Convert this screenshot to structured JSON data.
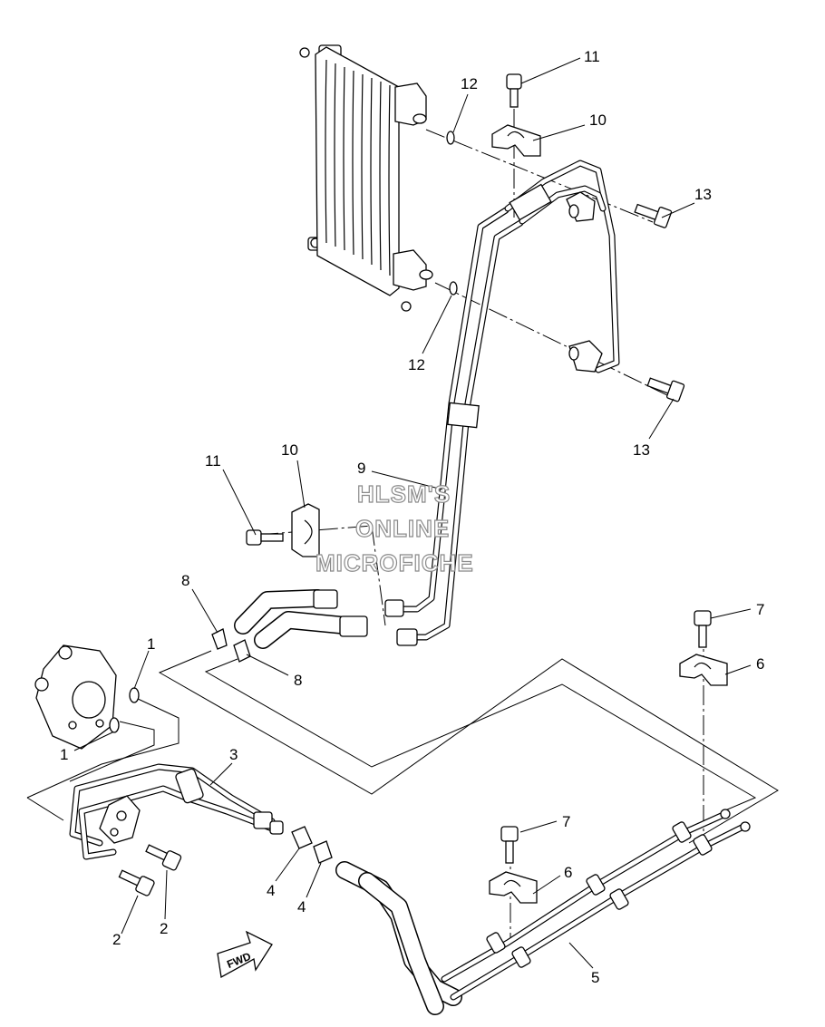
{
  "callouts": [
    {
      "id": "c1a",
      "label": "1"
    },
    {
      "id": "c1b",
      "label": "1"
    },
    {
      "id": "c2a",
      "label": "2"
    },
    {
      "id": "c2b",
      "label": "2"
    },
    {
      "id": "c3",
      "label": "3"
    },
    {
      "id": "c4a",
      "label": "4"
    },
    {
      "id": "c4b",
      "label": "4"
    },
    {
      "id": "c5",
      "label": "5"
    },
    {
      "id": "c6a",
      "label": "6"
    },
    {
      "id": "c6b",
      "label": "6"
    },
    {
      "id": "c7a",
      "label": "7"
    },
    {
      "id": "c7b",
      "label": "7"
    },
    {
      "id": "c8a",
      "label": "8"
    },
    {
      "id": "c8b",
      "label": "8"
    },
    {
      "id": "c9",
      "label": "9"
    },
    {
      "id": "c10a",
      "label": "10"
    },
    {
      "id": "c10b",
      "label": "10"
    },
    {
      "id": "c11a",
      "label": "11"
    },
    {
      "id": "c11b",
      "label": "11"
    },
    {
      "id": "c12a",
      "label": "12"
    },
    {
      "id": "c12b",
      "label": "12"
    },
    {
      "id": "c13a",
      "label": "13"
    },
    {
      "id": "c13b",
      "label": "13"
    }
  ],
  "watermark": {
    "line1": "HLSM'S",
    "line2": "ONLINE",
    "line3": "MICROFICHE"
  },
  "fwd_label": "FWD",
  "icons": [
    "oil-cooler-icon",
    "bolt-icon",
    "clamp-icon",
    "o-ring-icon",
    "fwd-arrow-icon"
  ]
}
